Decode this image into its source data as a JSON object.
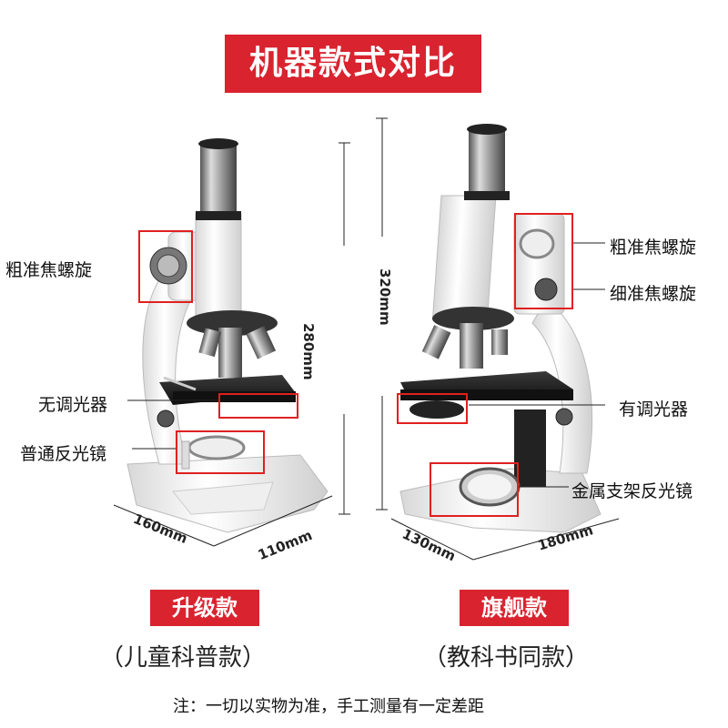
{
  "title": "机器款式对比",
  "left_model": {
    "labels": {
      "coarse_focus": "粗准焦螺旋",
      "no_condenser": "无调光器",
      "mirror": "普通反光镜"
    },
    "dims": {
      "height": "280mm",
      "depth": "160mm",
      "width": "110mm"
    },
    "badge": "升级款",
    "subtitle": "（儿童科普款）"
  },
  "right_model": {
    "labels": {
      "coarse_focus": "粗准焦螺旋",
      "fine_focus": "细准焦螺旋",
      "condenser": "有调光器",
      "mirror": "金属支架反光镜"
    },
    "dims": {
      "height": "320mm",
      "depth": "130mm",
      "width": "180mm"
    },
    "badge": "旗舰款",
    "subtitle": "（教科书同款）"
  },
  "note": "注：一切以实物为准，手工测量有一定差距",
  "colors": {
    "accent": "#d9232f"
  }
}
